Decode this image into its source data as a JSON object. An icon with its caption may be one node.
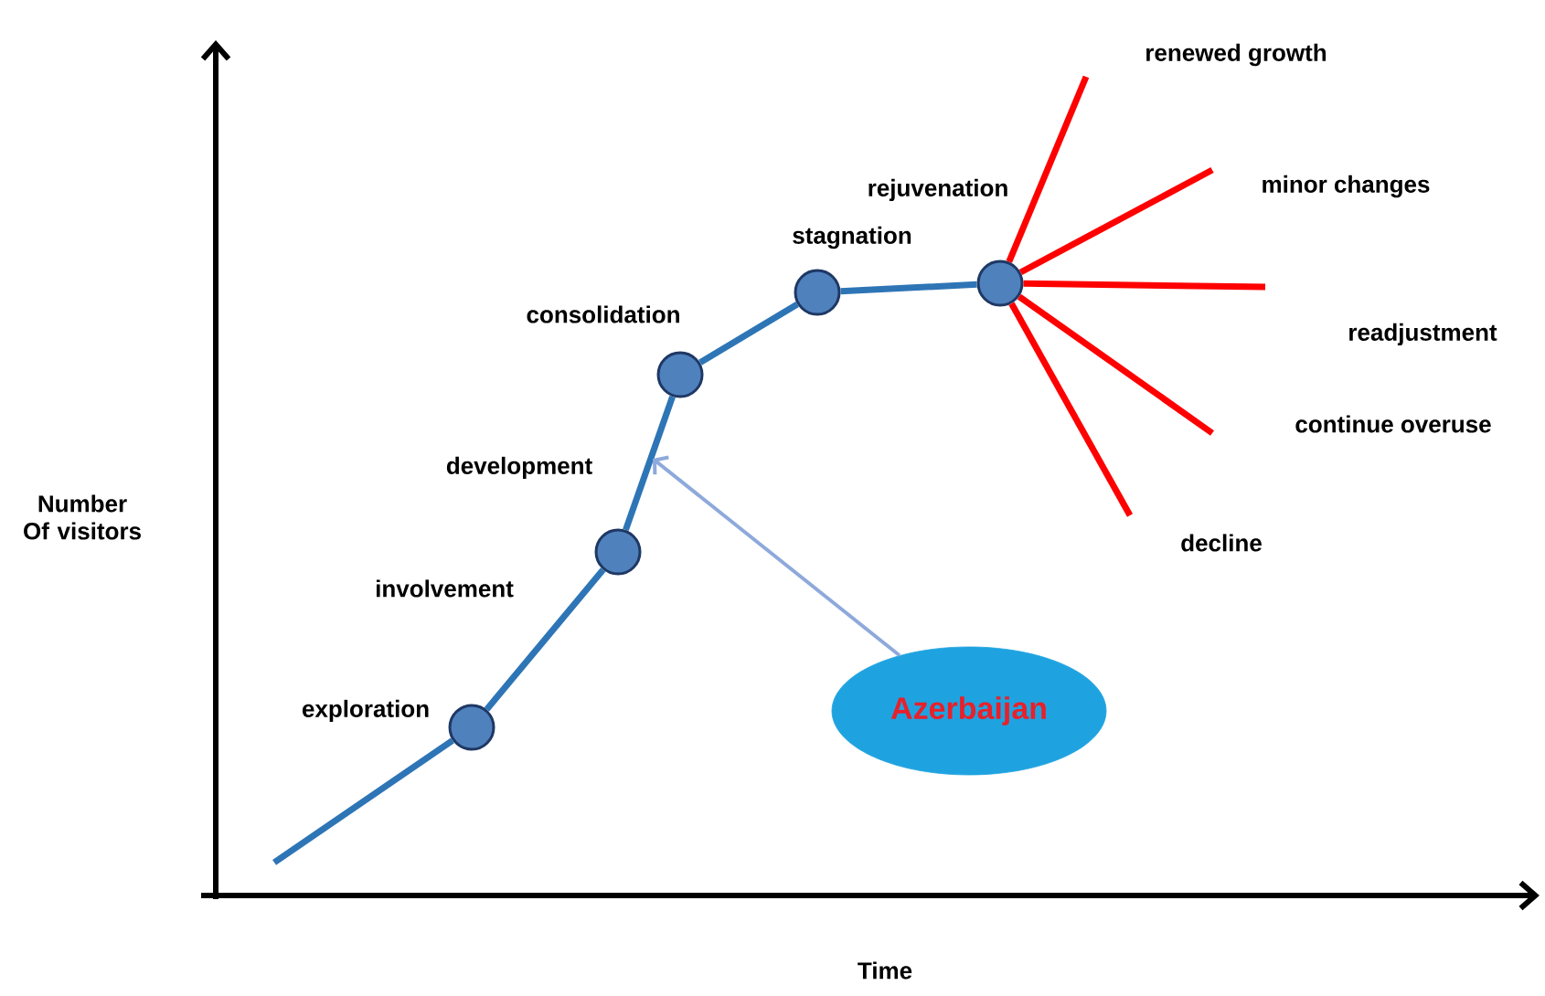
{
  "diagram": {
    "nodes": [
      {
        "text": [],
        "shape": "circle",
        "beside": [
          "exploration"
        ]
      },
      {
        "text": [],
        "shape": "circle",
        "beside": [
          "involvement"
        ]
      },
      {
        "text": [],
        "shape": "circle",
        "beside": [
          "consolidation"
        ]
      },
      {
        "text": [],
        "shape": "circle",
        "beside": [
          "stagnation"
        ]
      },
      {
        "text": [],
        "shape": "circle",
        "beside": [
          "rejuvenation"
        ]
      },
      {
        "text": [
          "Azerbaijan"
        ]
      }
    ],
    "edges": [
      {
        "from": null,
        "to": 0,
        "arrow": "none",
        "color": "#2e75b6"
      },
      {
        "from": 0,
        "to": 1,
        "arrow": "none",
        "color": "#2e75b6"
      },
      {
        "from": 1,
        "to": 2,
        "arrow": "none",
        "color": "#2e75b6"
      },
      {
        "from": 2,
        "to": 3,
        "arrow": "none",
        "color": "#2e75b6"
      },
      {
        "from": 3,
        "to": 4,
        "arrow": "none",
        "color": "#2e75b6"
      },
      {
        "from": 4,
        "to": null,
        "arrow": "none",
        "color": "#ff0000"
      },
      {
        "from": 4,
        "to": null,
        "arrow": "none",
        "color": "#ff0000"
      },
      {
        "from": 4,
        "to": null,
        "arrow": "none",
        "color": "#ff0000"
      },
      {
        "from": 4,
        "to": null,
        "arrow": "none",
        "color": "#ff0000"
      },
      {
        "from": 4,
        "to": null,
        "arrow": "none",
        "color": "#ff0000"
      },
      {
        "from": 5,
        "to": null,
        "arrow": "to",
        "color": "#8ea9db"
      }
    ],
    "labels": [
      "renewed growth",
      "minor changes",
      "readjustment",
      "continue overuse",
      "development",
      "Number Of visitors",
      "decline",
      "Time"
    ]
  }
}
